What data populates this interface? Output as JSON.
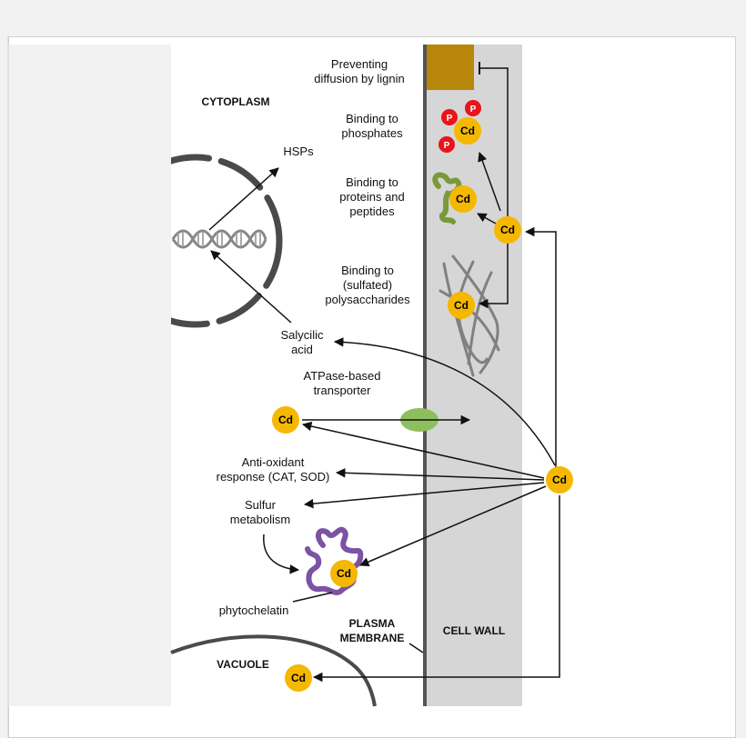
{
  "colors": {
    "cell_wall": "#d6d6d6",
    "membrane": "#555555",
    "lignin": "#b8860b",
    "cd": "#f5b800",
    "phosphate": "#e8141a",
    "protein": "#7a9a3a",
    "transporter": "#8ebf5f",
    "phytochelatin": "#7b52a4",
    "polysaccharide": "#808080",
    "nucleus": "#4a4a4a",
    "arrow": "#111111"
  },
  "icons": {
    "cd_ion": "circle-cd",
    "phosphate": "circle-p",
    "dna": "double-helix"
  },
  "compartments": {
    "cytoplasm": "CYTOPLASM",
    "cell_wall": "CELL WALL",
    "vacuole": "VACUOLE",
    "plasma_membrane_line1": "PLASMA",
    "plasma_membrane_line2": "MEMBRANE"
  },
  "ion": {
    "cd": "Cd",
    "p": "P"
  },
  "labels": {
    "lignin_1": "Preventing",
    "lignin_2": "diffusion by lignin",
    "phos_1": "Binding to",
    "phos_2": "phosphates",
    "prot_1": "Binding to",
    "prot_2": "proteins and",
    "prot_3": "peptides",
    "poly_1": "Binding to",
    "poly_2": "(sulfated)",
    "poly_3": "polysaccharides",
    "hsps": "HSPs",
    "sal_1": "Salycilic",
    "sal_2": "acid",
    "atp_1": "ATPase-based",
    "atp_2": "transporter",
    "anti_1": "Anti-oxidant",
    "anti_2": "response (CAT, SOD)",
    "sulf_1": "Sulfur",
    "sulf_2": "metabolism",
    "phytochelatin": "phytochelatin"
  }
}
